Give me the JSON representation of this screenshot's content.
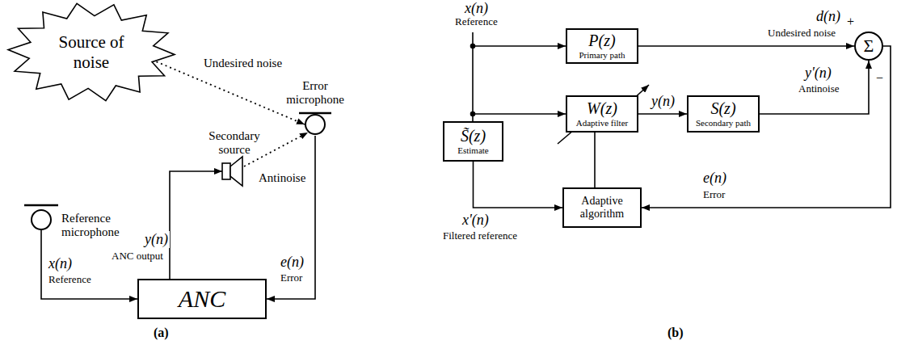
{
  "diagram": {
    "nodes": [
      {
        "text": [
          "Source of noise"
        ]
      },
      {
        "text": [
          "Reference microphone"
        ]
      },
      {
        "text": [
          "Error microphone"
        ]
      },
      {
        "text": [
          "Secondary source"
        ]
      },
      {
        "text": [
          "ANC"
        ]
      },
      {
        "text": [
          "P(z)",
          "Primary path"
        ]
      },
      {
        "text": [
          "W(z)",
          "Adaptive filter"
        ]
      },
      {
        "text": [
          "S(z)",
          "Secondary path"
        ]
      },
      {
        "text": [
          "S̃(z)",
          "Estimate"
        ]
      },
      {
        "text": [
          "Adaptive algorithm"
        ]
      },
      {
        "text": [
          "Σ"
        ]
      }
    ],
    "edges": [
      {
        "from": 0,
        "to": 2,
        "label": "Undesired noise",
        "arrow": "to"
      },
      {
        "from": 3,
        "to": 2,
        "label": "Antinoise",
        "arrow": "to"
      },
      {
        "from": 1,
        "to": 4,
        "arrow": "to"
      },
      {
        "from": 4,
        "to": 3,
        "arrow": "to"
      },
      {
        "from": 2,
        "to": 4,
        "arrow": "to"
      },
      {
        "from": 5,
        "to": 10,
        "arrow": "to"
      },
      {
        "from": 6,
        "to": 7,
        "label": "y(n)",
        "arrow": "to"
      },
      {
        "from": 7,
        "to": 10,
        "arrow": "to"
      },
      {
        "from": 8,
        "to": 9,
        "arrow": "to"
      },
      {
        "from": 9,
        "to": 6,
        "arrow": "none"
      },
      {
        "from": 10,
        "to": 9,
        "arrow": "to"
      }
    ],
    "labels": [
      "x(n)",
      "Reference",
      "y(n)",
      "ANC output",
      "e(n)",
      "Error",
      "(a)",
      "x(n)",
      "Reference",
      "d(n)",
      "Undesired noise",
      "+",
      "y'(n)",
      "Antinoise",
      "−",
      "e(n)",
      "Error",
      "x'(n)",
      "Filtered reference",
      "(b)"
    ]
  }
}
